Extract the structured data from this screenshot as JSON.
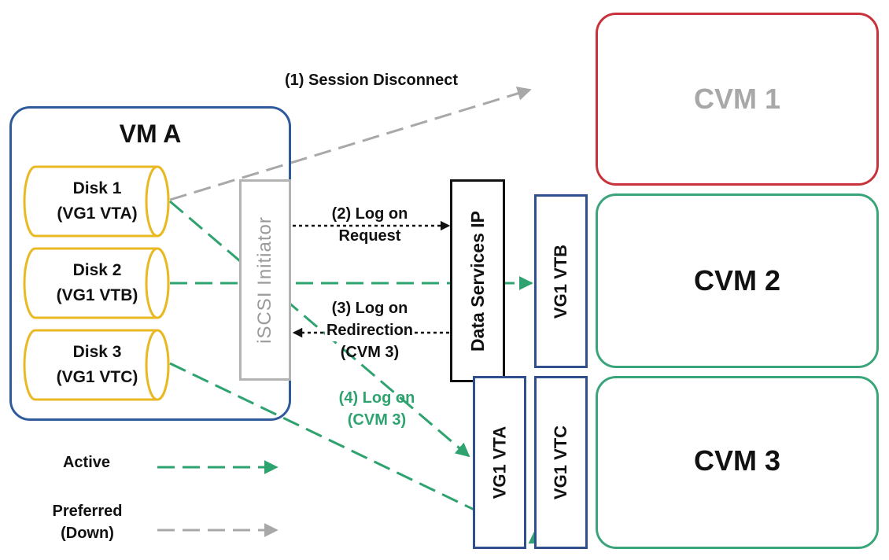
{
  "vm": {
    "title": "VM A"
  },
  "disks": [
    {
      "name": "Disk 1",
      "target": "(VG1 VTA)"
    },
    {
      "name": "Disk 2",
      "target": "(VG1 VTB)"
    },
    {
      "name": "Disk 3",
      "target": "(VG1 VTC)"
    }
  ],
  "iscsi_initiator": "iSCSI Initiator",
  "data_services_ip": "Data Services IP",
  "vts": {
    "vtb": "VG1 VTB",
    "vta": "VG1 VTA",
    "vtc": "VG1 VTC"
  },
  "cvms": {
    "cvm1": "CVM 1",
    "cvm2": "CVM 2",
    "cvm3": "CVM 3"
  },
  "steps": {
    "step1": "(1) Session Disconnect",
    "step2_line1": "(2) Log on",
    "step2_line2": "Request",
    "step3_line1": "(3) Log on",
    "step3_line2": "Redirection",
    "step3_line3": "(CVM 3)",
    "step4_line1": "(4) Log on",
    "step4_line2": "(CVM 3)"
  },
  "legend": {
    "active": "Active",
    "preferred_line1": "Preferred",
    "preferred_line2": "(Down)"
  },
  "colors": {
    "active": "#2ea36f",
    "preferred": "#a8a8a8",
    "cvm_failed": "#c8323a",
    "cvm_ok": "#3aa57a",
    "disk": "#e8b923"
  }
}
